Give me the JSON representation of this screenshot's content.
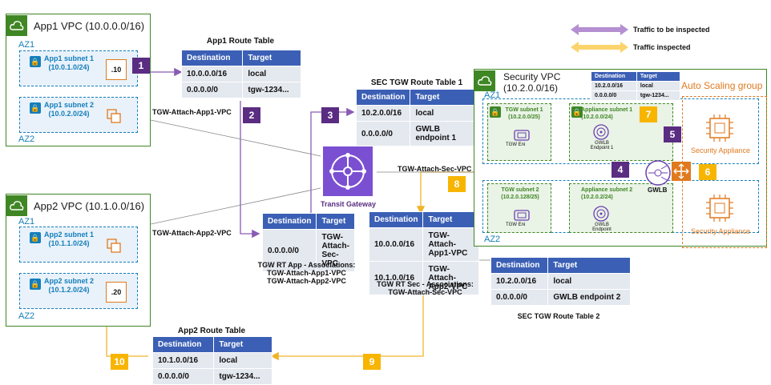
{
  "legend": {
    "inspect": "Traffic to be inspected",
    "inspected": "Traffic inspected",
    "purple": "#b48fd1",
    "yellow": "#fbd46d"
  },
  "app1": {
    "title": "App1 VPC (10.0.0.0/16)",
    "az1": "AZ1",
    "az2": "AZ2",
    "subnet1": [
      "App1 subnet 1",
      "(10.0.1.0/24)"
    ],
    "subnet2": [
      "App1 subnet 2",
      "(10.0.2.0/24)"
    ],
    "instance": ".10"
  },
  "app2": {
    "title": "App2 VPC (10.1.0.0/16)",
    "az1": "AZ1",
    "az2": "AZ2",
    "subnet1": [
      "App2 subnet 1",
      "(10.1.1.0/24)"
    ],
    "subnet2": [
      "App2 subnet 2",
      "(10.1.2.0/24)"
    ],
    "instance": ".20"
  },
  "app1_rt": {
    "title": "App1 Route Table",
    "headers": [
      "Destination",
      "Target"
    ],
    "rows": [
      [
        "10.0.0.0/16",
        "local"
      ],
      [
        "0.0.0.0/0",
        "tgw-1234..."
      ]
    ]
  },
  "app2_rt": {
    "title": "App2 Route Table",
    "headers": [
      "Destination",
      "Target"
    ],
    "rows": [
      [
        "10.1.0.0/16",
        "local"
      ],
      [
        "0.0.0.0/0",
        "tgw-1234..."
      ]
    ]
  },
  "sec_tgw_rt1": {
    "title": "SEC TGW  Route Table 1",
    "headers": [
      "Destination",
      "Target"
    ],
    "rows": [
      [
        "10.2.0.0/16",
        "local"
      ],
      [
        "0.0.0.0/0",
        "GWLB endpoint 1"
      ]
    ]
  },
  "sec_tgw_rt2": {
    "title": "SEC TGW  Route Table 2",
    "headers": [
      "Destination",
      "Target"
    ],
    "rows": [
      [
        "10.2.0.0/16",
        "local"
      ],
      [
        "0.0.0.0/0",
        "GWLB endpoint 2"
      ]
    ]
  },
  "tgw_rt_app": {
    "headers": [
      "Destination",
      "Target"
    ],
    "rows": [
      [
        "0.0.0.0/0",
        "TGW-Attach-Sec-VPC"
      ]
    ],
    "caption": [
      "TGW RT App - Associations:",
      "TGW-Attach-App1-VPC",
      "TGW-Attach-App2-VPC"
    ]
  },
  "tgw_rt_sec": {
    "headers": [
      "Destination",
      "Target"
    ],
    "rows": [
      [
        "10.0.0.0/16",
        "TGW-Attach-App1-VPC"
      ],
      [
        "10.1.0.0/16",
        "TGW-Attach-App2-VPC"
      ]
    ],
    "caption": [
      "TGW RT Sec - Associations:",
      "TGW-Attach-Sec-VPC"
    ]
  },
  "appliance_rt": {
    "headers": [
      "Destination",
      "Target"
    ],
    "rows": [
      [
        "10.2.0.0/16",
        "local"
      ],
      [
        "0.0.0.0/0",
        "tgw-1234..."
      ]
    ]
  },
  "attach": {
    "app1": "TGW-Attach-App1-VPC",
    "app2": "TGW-Attach-App2-VPC",
    "sec": "TGW-Attach-Sec-VPC"
  },
  "tgw": {
    "label": "Transit Gateway"
  },
  "security": {
    "title": [
      "Security VPC",
      "(10.2.0.0/16)"
    ],
    "az1": "AZ1",
    "az2": "AZ2",
    "tgw_subnet1": [
      "TGW subnet 1",
      "(10.2.0.0/25)"
    ],
    "tgw_subnet2": [
      "TGW subnet 2",
      "(10.2.0.128/25)"
    ],
    "app_subnet1": [
      "Appliance subnet 1",
      "(10.2.0.0/24)"
    ],
    "app_subnet2": [
      "Appliance subnet 2",
      "(10.2.0.2/24)"
    ],
    "tgw_eni": "TGW Eni",
    "gwlb_ep1": [
      "GWLB",
      "Endpoint 1"
    ],
    "gwlb_ep2": [
      "GWLB",
      "Endpoint"
    ],
    "gwlb": "GWLB",
    "asg": "Auto Scaling group",
    "appliance": "Security Appliance"
  },
  "steps": {
    "s1": "1",
    "s2": "2",
    "s3": "3",
    "s4": "4",
    "s5": "5",
    "s6": "6",
    "s7": "7",
    "s8": "8",
    "s9": "9",
    "s10": "10"
  },
  "icons": [
    "vpc-cloud-icon",
    "lock-icon",
    "ec2-instance-icon",
    "transit-gateway-icon",
    "gwlb-endpoint-icon",
    "gwlb-icon",
    "eni-icon",
    "chip-icon"
  ]
}
